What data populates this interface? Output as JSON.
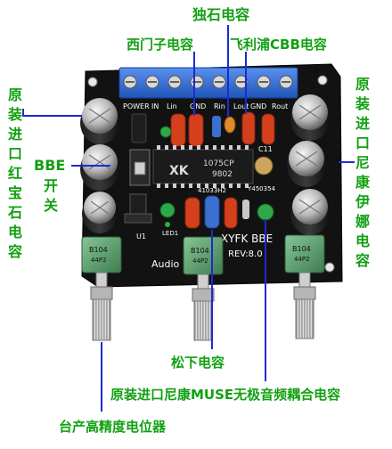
{
  "callouts": {
    "top_center": "独石电容",
    "top_left": "西门子电容",
    "top_right": "飞利浦CBB电容",
    "left_vertical": "原装进口红宝石电容",
    "bbe_switch": "BBE",
    "bbe_switch_vertical": "开关",
    "right_vertical": "原装进口尼康伊娜电容",
    "bottom_middle": "松下电容",
    "bottom_long": "原装进口尼康MUSE无极音频耦合电容",
    "bottom_pots": "台产高精度电位器"
  },
  "board": {
    "terminal_labels": [
      "POWER",
      "IN",
      "Lin",
      "GND",
      "Rin",
      "Lout",
      "GND",
      "Rout"
    ],
    "chip_brand": "XK",
    "chip_model": "1075CP",
    "chip_code": "9802",
    "ic2_code": "41033H2",
    "part_code": "Y450354",
    "cap_label": "C11",
    "u1_label": "U1",
    "led_label": "LED1",
    "brand_text": "XYFK BBE",
    "rev_text": "REV:8.0",
    "audio_text": "Audio",
    "pot_labels": [
      "B104",
      "B104",
      "B104"
    ],
    "pot_sublabels": [
      "44P2",
      "44P2",
      "44P2"
    ]
  },
  "colors": {
    "label_green": "#12a012",
    "pointer_blue": "#1a2bd4",
    "pcb_black": "#111111",
    "terminal_blue": "#2f6fd6",
    "pot_green": "#5a9e6a",
    "red_cap": "#d4401c"
  }
}
